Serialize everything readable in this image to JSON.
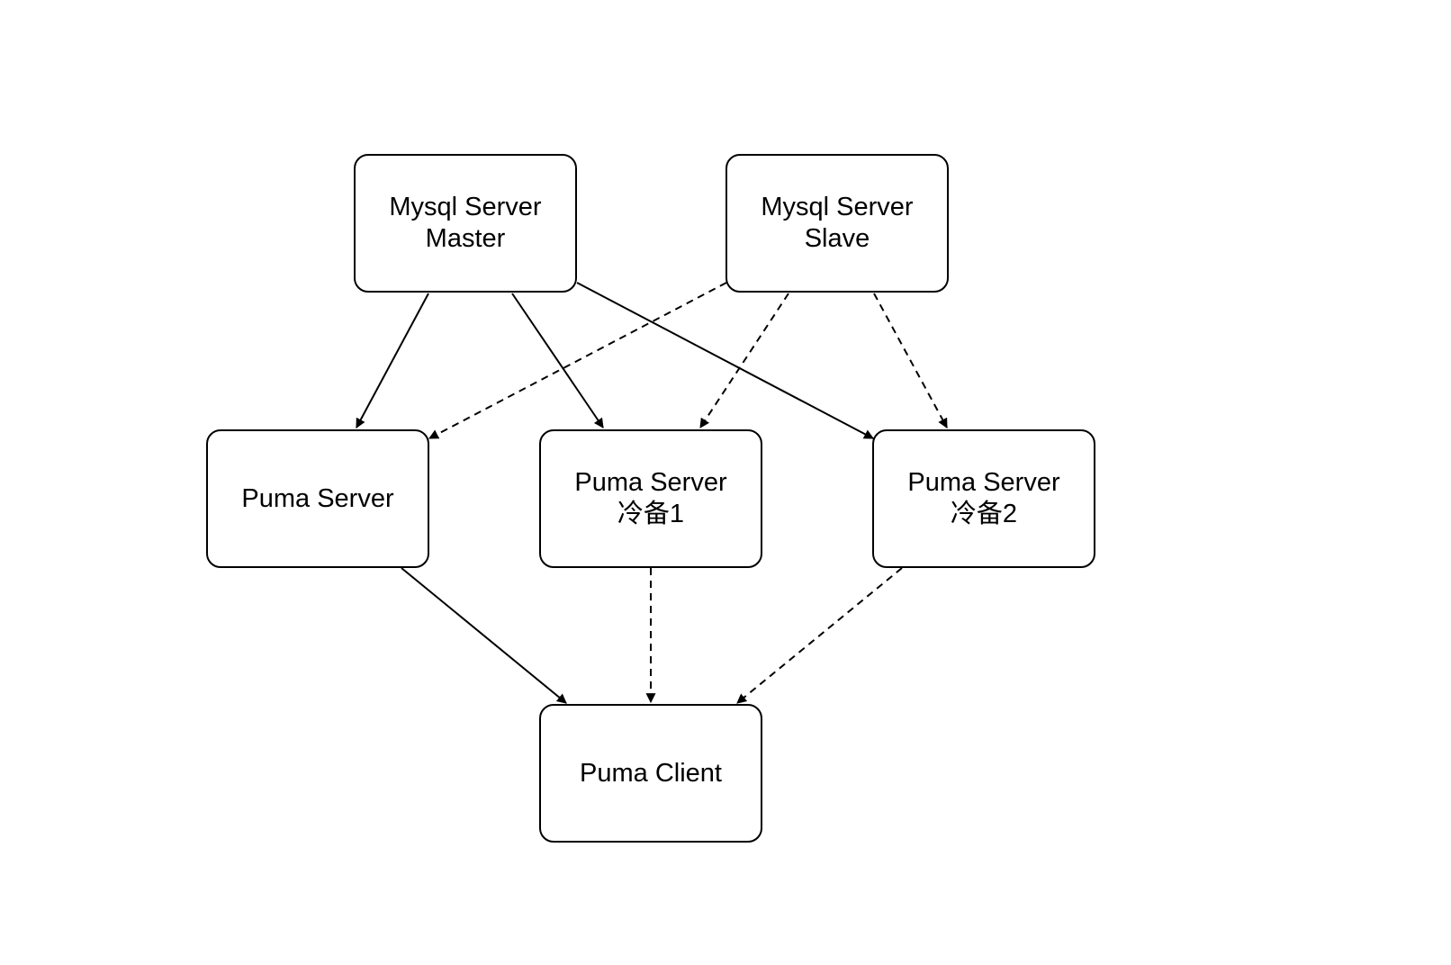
{
  "colors": {
    "stroke": "#000000",
    "background": "#ffffff"
  },
  "nodes": {
    "mysql_master": {
      "line1": "Mysql Server",
      "line2": "Master"
    },
    "mysql_slave": {
      "line1": "Mysql Server",
      "line2": "Slave"
    },
    "puma_server": {
      "line1": "Puma Server"
    },
    "puma_server_cold1": {
      "line1": "Puma Server",
      "line2": "冷备1"
    },
    "puma_server_cold2": {
      "line1": "Puma Server",
      "line2": "冷备2"
    },
    "puma_client": {
      "line1": "Puma Client"
    }
  },
  "edges": [
    {
      "from": "mysql_master",
      "to": "puma_server",
      "style": "solid"
    },
    {
      "from": "mysql_master",
      "to": "puma_server_cold1",
      "style": "solid"
    },
    {
      "from": "mysql_master",
      "to": "puma_server_cold2",
      "style": "solid"
    },
    {
      "from": "mysql_slave",
      "to": "puma_server",
      "style": "dashed"
    },
    {
      "from": "mysql_slave",
      "to": "puma_server_cold1",
      "style": "dashed"
    },
    {
      "from": "mysql_slave",
      "to": "puma_server_cold2",
      "style": "dashed"
    },
    {
      "from": "puma_server",
      "to": "puma_client",
      "style": "solid"
    },
    {
      "from": "puma_server_cold1",
      "to": "puma_client",
      "style": "dashed"
    },
    {
      "from": "puma_server_cold2",
      "to": "puma_client",
      "style": "dashed"
    }
  ]
}
